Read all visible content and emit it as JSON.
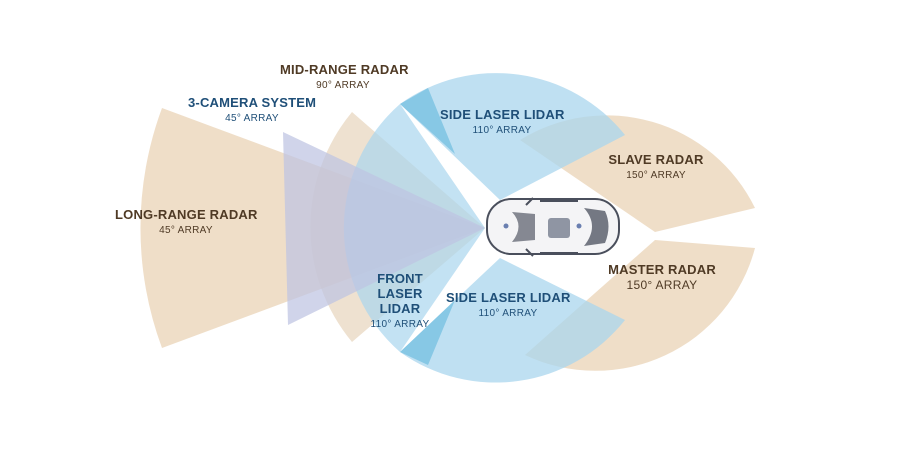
{
  "colors": {
    "radar_fill": "#e9d3b5",
    "lidar_fill": "#a9d6ee",
    "camera_fill": "#bec4e2",
    "overlap_fill": "#7cc3e3",
    "label_brown": "#4f3a25",
    "label_blue": "#1f4f78",
    "car_body": "#f4f4f6",
    "car_outline": "#4a4f5c"
  },
  "labels": {
    "mid_range_radar": {
      "title": "MID-RANGE RADAR",
      "sub": "90° ARRAY"
    },
    "camera_system": {
      "title": "3-CAMERA SYSTEM",
      "sub": "45° ARRAY"
    },
    "side_lidar_top": {
      "title": "SIDE LASER LIDAR",
      "sub": "110° ARRAY"
    },
    "slave_radar": {
      "title": "SLAVE RADAR",
      "sub": "150° ARRAY"
    },
    "long_range_radar": {
      "title": "LONG-RANGE RADAR",
      "sub": "45° ARRAY"
    },
    "master_radar": {
      "title": "MASTER RADAR",
      "sub": "150° ARRAY"
    },
    "front_lidar": {
      "title_1": "FRONT",
      "title_2": "LASER",
      "title_3": "LIDAR",
      "sub": "110° ARRAY"
    },
    "side_lidar_bottom": {
      "title": "SIDE LASER LIDAR",
      "sub": "110° ARRAY"
    }
  },
  "icons": {
    "vehicle": "car-top-view-icon"
  }
}
